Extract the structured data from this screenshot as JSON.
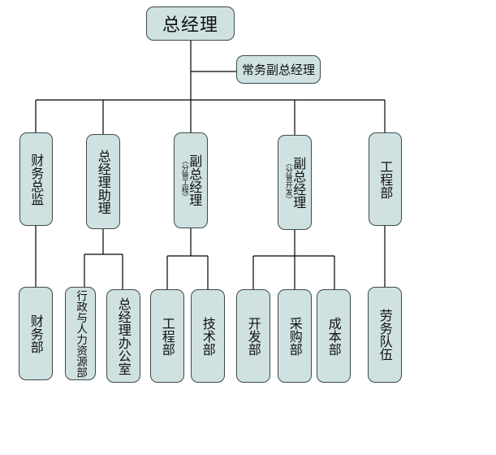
{
  "nodes": {
    "ceo": "总经理",
    "exec_vp": "常务副总经理",
    "finance_director": "财务总监",
    "gm_assistant": "总经理助理",
    "vp_engineering": "副总经理",
    "vp_engineering_note": "（分管工程）",
    "vp_development": "副总经理",
    "vp_development_note": "（分管开发）",
    "engineering_dept_top": "工程部",
    "finance_dept": "财务部",
    "admin_hr_dept": "行政与人力资源部",
    "gm_office": "总经理办公室",
    "engineering_dept": "工程部",
    "tech_dept": "技术部",
    "development_dept": "开发部",
    "purchasing_dept": "采购部",
    "cost_dept": "成本部",
    "labor_team": "劳务队伍"
  },
  "colors": {
    "node_fill": "#cfe1e1",
    "node_border": "#3c4a4a",
    "connector": "#000000"
  }
}
